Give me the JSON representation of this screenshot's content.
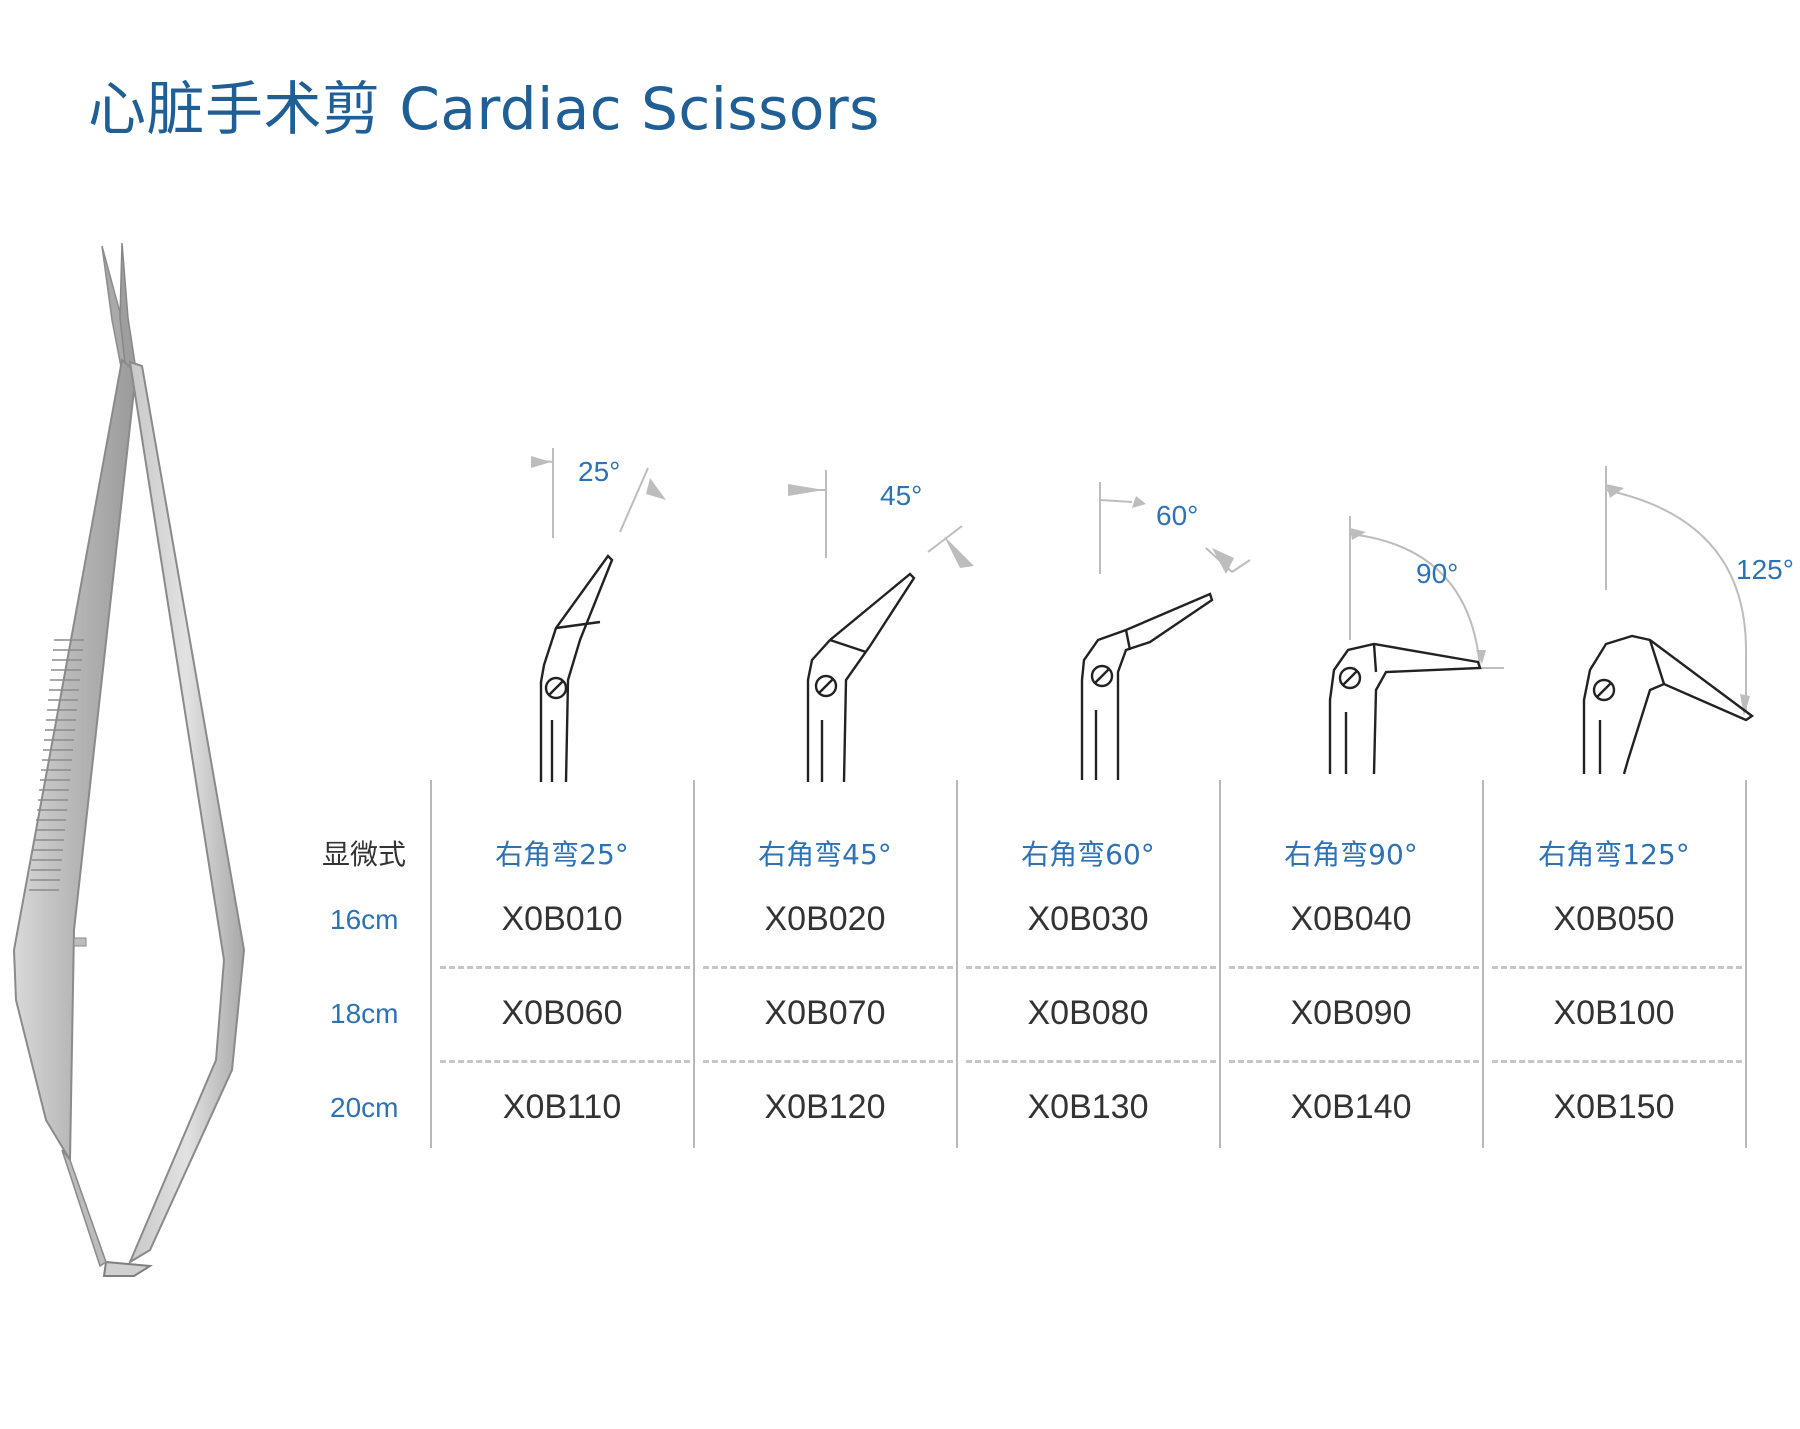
{
  "title": "心脏手术剪 Cardiac Scissors",
  "table": {
    "type_label": "显微式",
    "columns": [
      {
        "angle": "25°",
        "head": "右角弯25°"
      },
      {
        "angle": "45°",
        "head": "右角弯45°"
      },
      {
        "angle": "60°",
        "head": "右角弯60°"
      },
      {
        "angle": "90°",
        "head": "右角弯90°"
      },
      {
        "angle": "125°",
        "head": "右角弯125°"
      }
    ],
    "rows": [
      {
        "size": "16cm",
        "codes": [
          "X0B010",
          "X0B020",
          "X0B030",
          "X0B040",
          "X0B050"
        ]
      },
      {
        "size": "18cm",
        "codes": [
          "X0B060",
          "X0B070",
          "X0B080",
          "X0B090",
          "X0B100"
        ]
      },
      {
        "size": "20cm",
        "codes": [
          "X0B110",
          "X0B120",
          "X0B130",
          "X0B140",
          "X0B150"
        ]
      }
    ]
  },
  "colors": {
    "title": "#1f5f96",
    "accent": "#2d72b5",
    "text": "#333333"
  }
}
